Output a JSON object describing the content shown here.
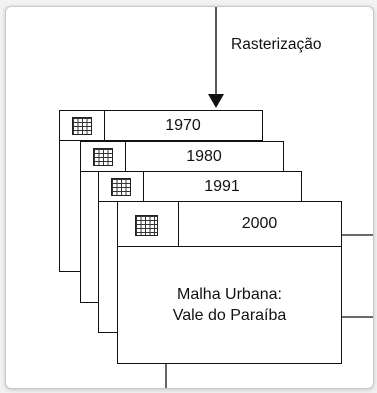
{
  "process": {
    "label": "Rasterização"
  },
  "layers": [
    {
      "year": "1970",
      "icon": "grid-icon"
    },
    {
      "year": "1980",
      "icon": "grid-icon"
    },
    {
      "year": "1991",
      "icon": "grid-icon"
    },
    {
      "year": "2000",
      "icon": "grid-icon"
    }
  ],
  "front_layer": {
    "title_line1": "Malha Urbana:",
    "title_line2": "Vale do Paraíba"
  }
}
